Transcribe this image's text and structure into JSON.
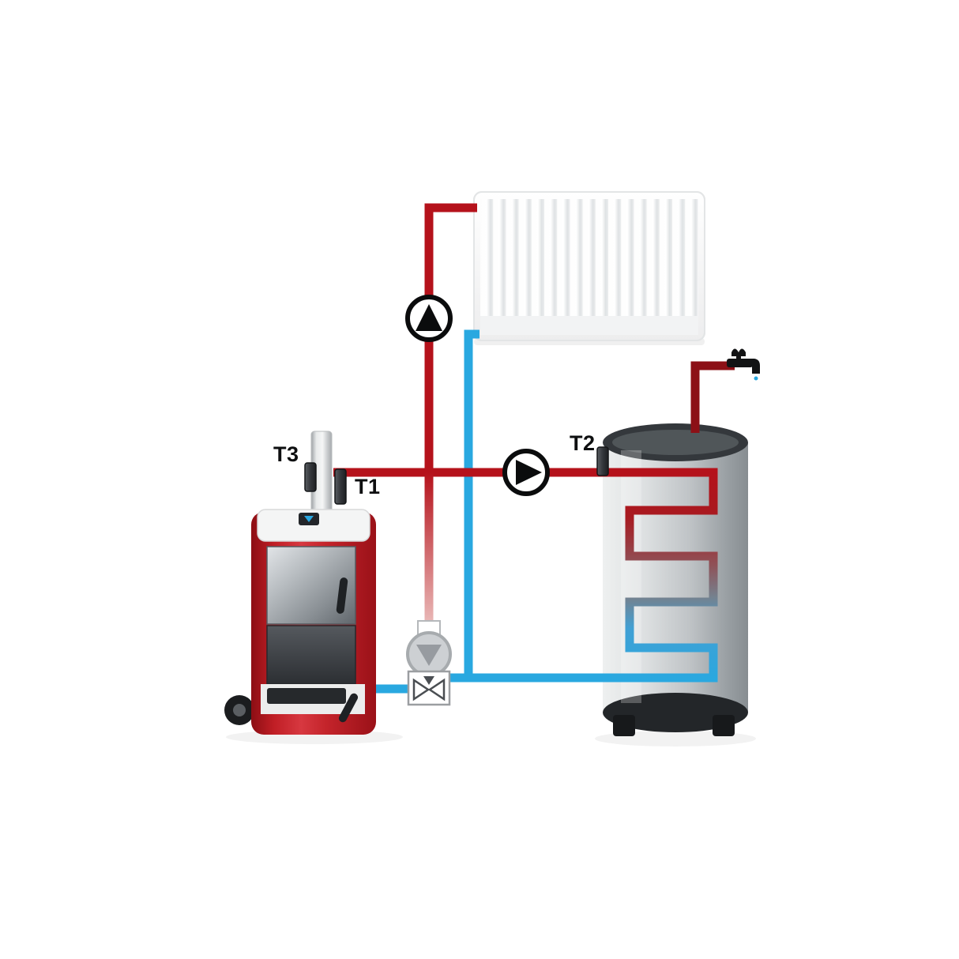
{
  "diagram": {
    "title": "boiler-buffer-tank-heating-schematic",
    "labels": {
      "t1": "T1",
      "t2": "T2",
      "t3": "T3"
    },
    "colors": {
      "hot_pipe": "#b5121b",
      "hot_pipe_dark": "#8c1016",
      "cold_pipe": "#29a8e0",
      "boiler_red": "#c1272d",
      "pump_ring": "#0b0c0d",
      "background": "#ffffff"
    },
    "components": [
      {
        "id": "radiator"
      },
      {
        "id": "buffer-tank"
      },
      {
        "id": "solid-fuel-boiler"
      },
      {
        "id": "circulation-pump-radiator"
      },
      {
        "id": "circulation-pump-tank"
      },
      {
        "id": "boiler-return-pump"
      },
      {
        "id": "three-way-mixing-valve"
      },
      {
        "id": "hot-water-tap"
      }
    ],
    "sensors": [
      {
        "id": "t1",
        "label": "T1"
      },
      {
        "id": "t2",
        "label": "T2"
      },
      {
        "id": "t3",
        "label": "T3"
      }
    ]
  }
}
